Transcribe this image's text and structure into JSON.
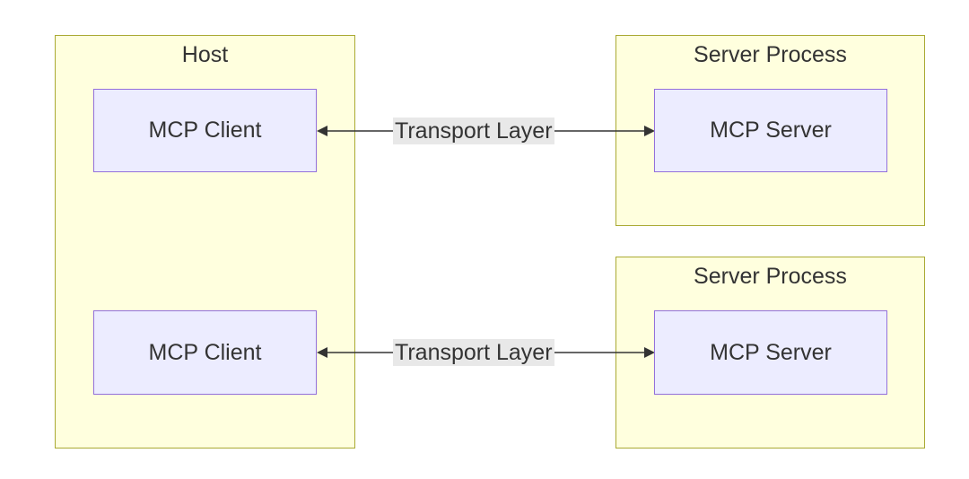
{
  "host": {
    "title": "Host",
    "clients": [
      {
        "label": "MCP Client"
      },
      {
        "label": "MCP Client"
      }
    ]
  },
  "server_processes": [
    {
      "title": "Server Process",
      "server_label": "MCP Server"
    },
    {
      "title": "Server Process",
      "server_label": "MCP Server"
    }
  ],
  "connections": [
    {
      "label": "Transport Layer"
    },
    {
      "label": "Transport Layer"
    }
  ],
  "colors": {
    "cluster_fill": "#ffffde",
    "cluster_stroke": "#aaaa33",
    "node_fill": "#ececff",
    "node_stroke": "#9370db",
    "edge": "#333333",
    "label_bg": "#e8e8e8"
  }
}
